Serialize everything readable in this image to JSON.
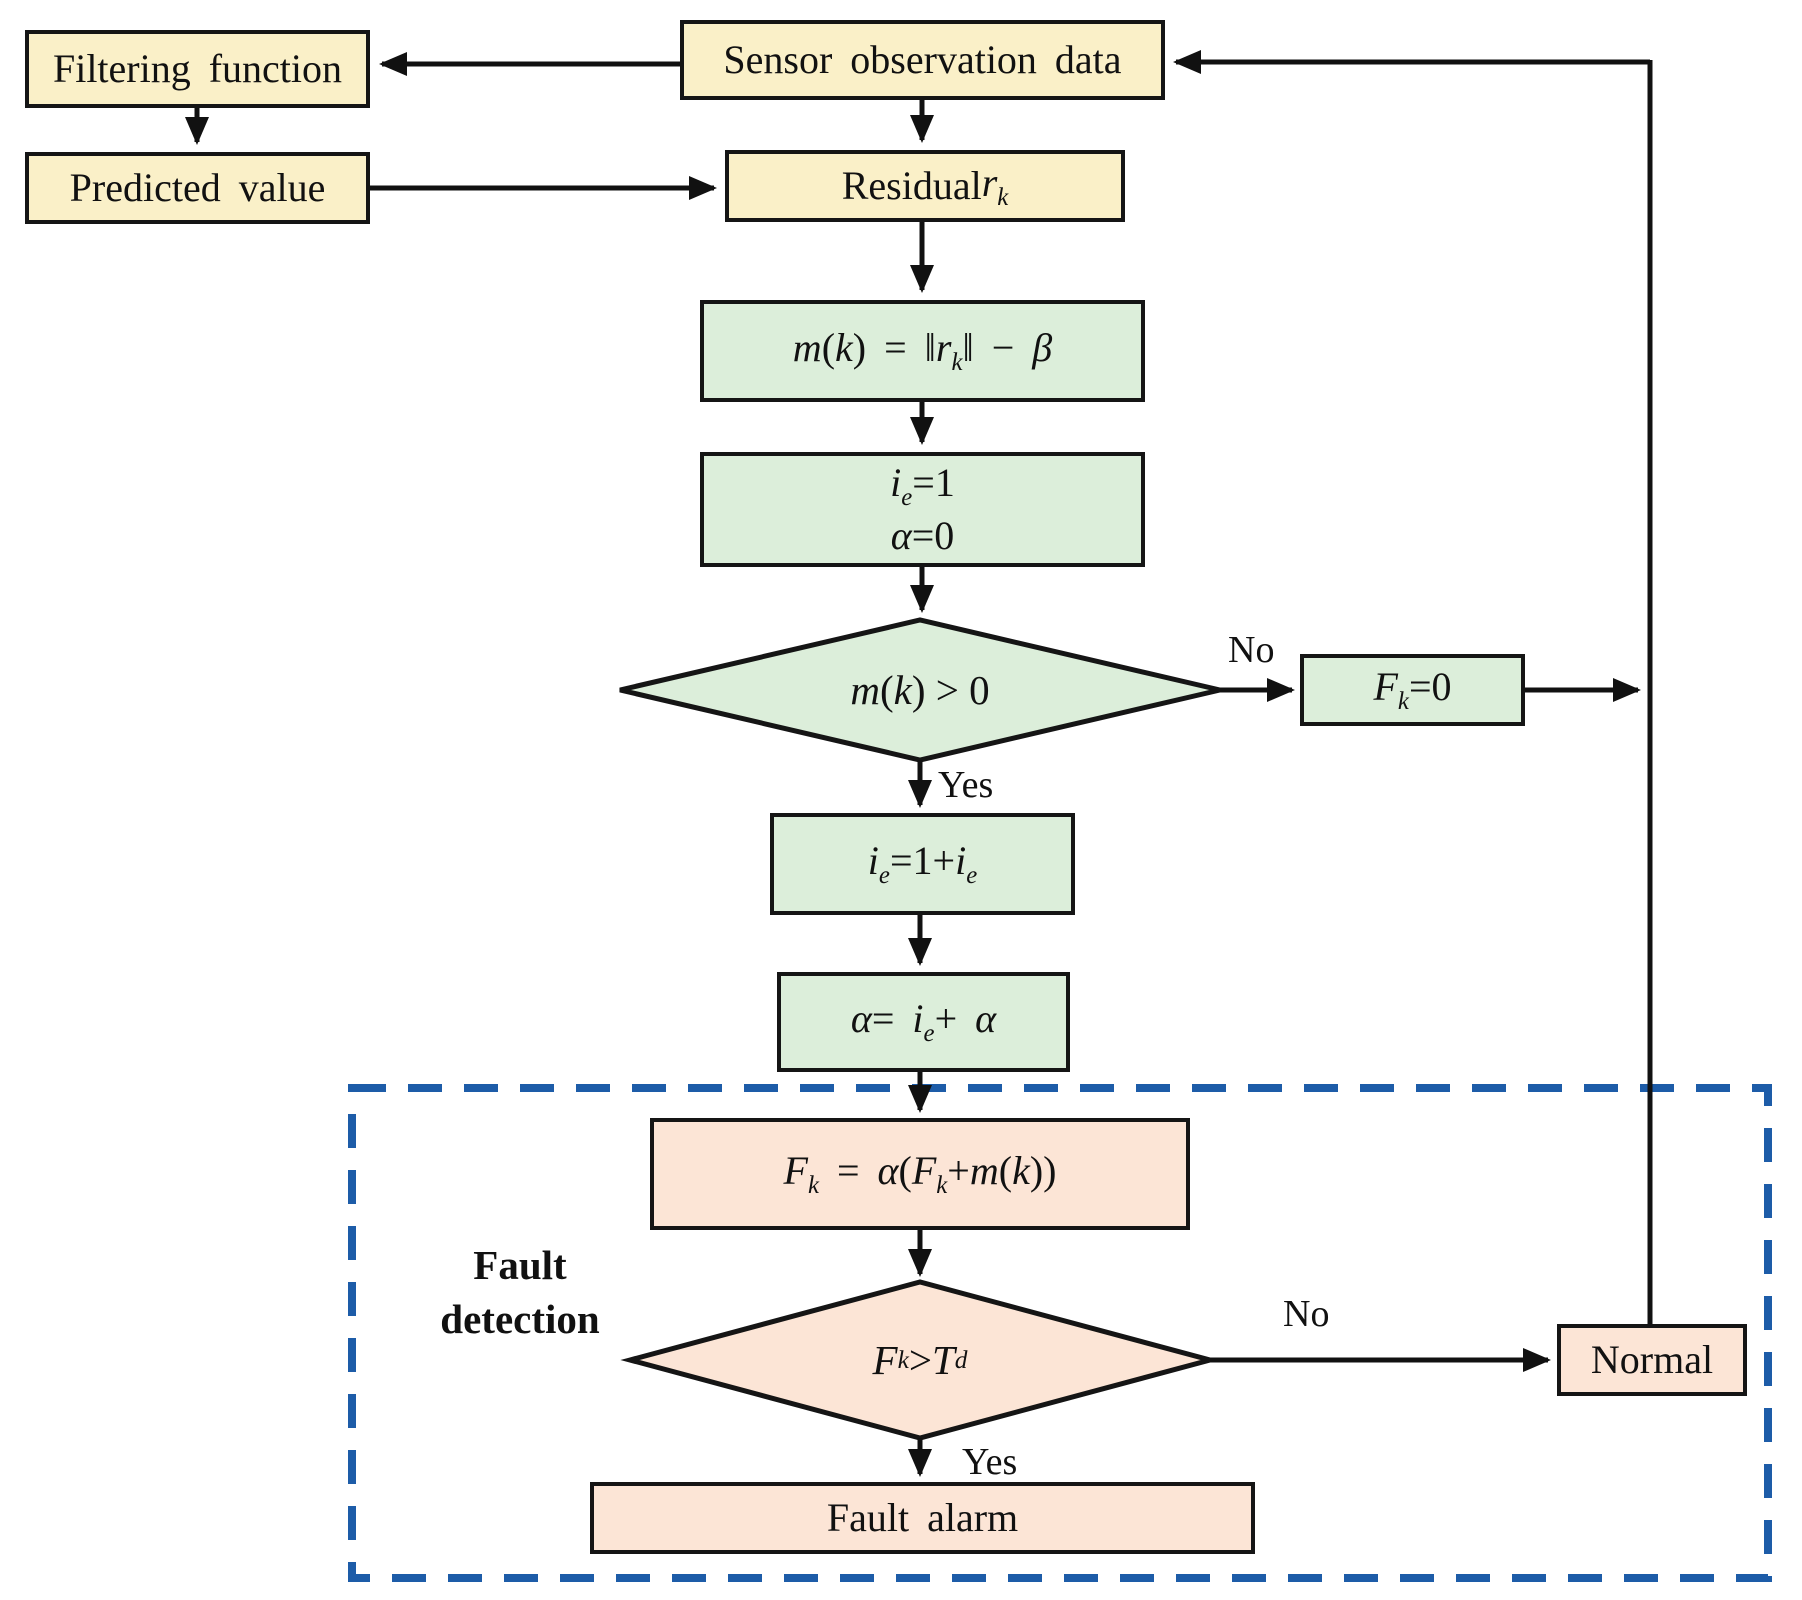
{
  "figure": {
    "type": "flowchart",
    "description": "Sensor fault detection algorithm flowchart"
  },
  "colors": {
    "input_fill": "#FAF0C8",
    "process_fill": "#DCEEDA",
    "fault_fill": "#FCE5D6",
    "box_border": "#151515",
    "line": "#111111",
    "dashed_border": "#1D5CA8",
    "background": "#FFFFFF"
  },
  "nodes": {
    "filtering": {
      "label": "Filtering function"
    },
    "sensor": {
      "label": "Sensor observation data"
    },
    "predicted": {
      "label": "Predicted value"
    },
    "residual": {
      "label": "Residual",
      "math": "r_k"
    },
    "mk": {
      "math": "m(k) = ‖r_k‖ − β"
    },
    "init": {
      "lines": [
        "i_e=1",
        "α=0"
      ]
    },
    "decision_mk": {
      "math": "m(k) > 0"
    },
    "fk_zero": {
      "math": "F_k=0"
    },
    "ie_update": {
      "math": "i_e=1+i_e"
    },
    "alpha_update": {
      "math": "α= i_e+ α"
    },
    "fk_update": {
      "math": "F_k = α(F_k+m(k))"
    },
    "decision_fk": {
      "math": "F_k > T_d"
    },
    "fault_alarm": {
      "label": "Fault alarm"
    },
    "normal": {
      "label": "Normal"
    }
  },
  "edge_labels": {
    "no_1": "No",
    "yes_1": "Yes",
    "no_2": "No",
    "yes_2": "Yes"
  },
  "region": {
    "label_line1": "Fault",
    "label_line2": "detection"
  }
}
